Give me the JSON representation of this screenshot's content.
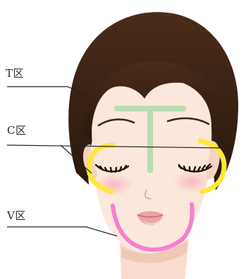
{
  "labels": {
    "t_zone": "T区",
    "c_zone": "C区",
    "v_zone": "V区"
  },
  "colors": {
    "t_zone_marker": "#b9dcb0",
    "c_zone_marker": "#ffe83a",
    "v_zone_marker": "#f77fd0",
    "hair": "#3a2214",
    "skin": "#fbe6da",
    "leader_line": "#222222"
  }
}
